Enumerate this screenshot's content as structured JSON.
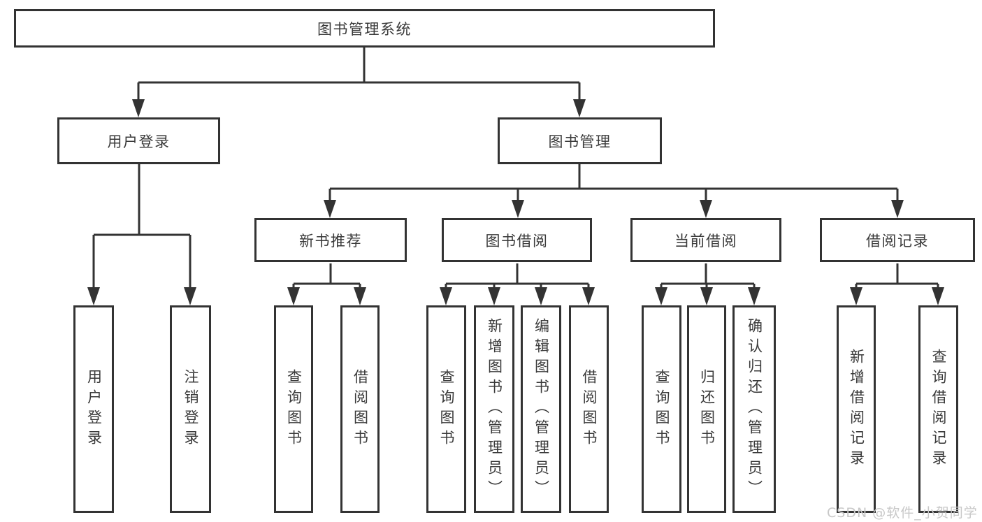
{
  "diagram": {
    "root": {
      "label": "图书管理系统"
    },
    "level1": [
      {
        "label": "用户登录"
      },
      {
        "label": "图书管理"
      }
    ],
    "level2": [
      {
        "label": "新书推荐"
      },
      {
        "label": "图书借阅"
      },
      {
        "label": "当前借阅"
      },
      {
        "label": "借阅记录"
      }
    ],
    "leaves": {
      "user_login": [
        "用户登录",
        "注销登录"
      ],
      "new_book": [
        "查询图书",
        "借阅图书"
      ],
      "book_borrow": [
        "查询图书",
        "新增图书（管理员）",
        "编辑图书（管理员）",
        "借阅图书"
      ],
      "current_borrow": [
        "查询图书",
        "归还图书",
        "确认归还（管理员）"
      ],
      "borrow_records": [
        "新增借阅记录",
        "查询借阅记录"
      ]
    },
    "colors": {
      "line": "#333333",
      "text": "#3a3a3a",
      "watermark": "#c8c8c8",
      "background": "#ffffff"
    }
  },
  "watermark": {
    "text": "CSDN @软件_小贺同学"
  }
}
